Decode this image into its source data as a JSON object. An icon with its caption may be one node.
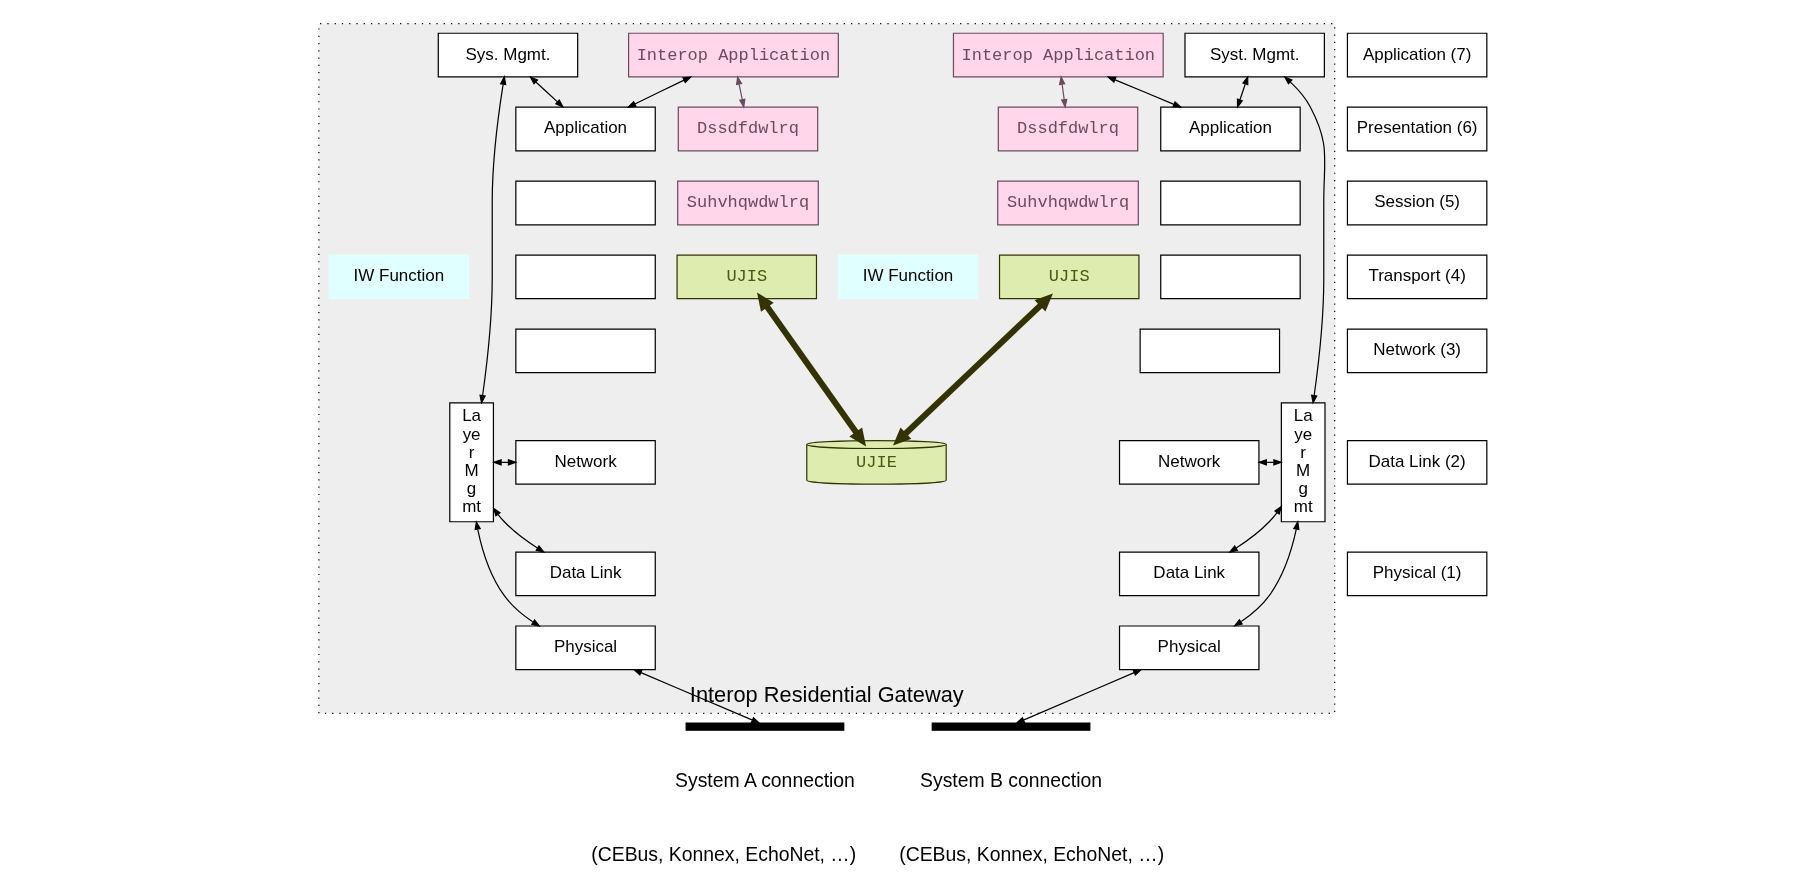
{
  "diagram": {
    "nodes": [
      {
        "text": [
          "Application (7)"
        ]
      },
      {
        "text": [
          "Presentation (6)"
        ]
      },
      {
        "text": [
          "Session (5)"
        ]
      },
      {
        "text": [
          "Transport (4)"
        ]
      },
      {
        "text": [
          "Network (3)"
        ]
      },
      {
        "text": [
          "Data Link (2)"
        ]
      },
      {
        "text": [
          "Physical (1)"
        ]
      },
      {
        "text": [
          "Interop Residential Gateway"
        ]
      },
      {
        "text": [
          "Sys. Mgmt."
        ],
        "in": 7
      },
      {
        "text": [
          "Interop Application"
        ],
        "in": 7
      },
      {
        "text": [
          "Application"
        ],
        "in": 7
      },
      {
        "text": [],
        "shape": "box",
        "in": 7
      },
      {
        "text": [],
        "shape": "box",
        "in": 7
      },
      {
        "text": [],
        "shape": "box",
        "in": 7
      },
      {
        "text": [
          "Network"
        ],
        "in": 7
      },
      {
        "text": [
          "Data Link"
        ],
        "in": 7
      },
      {
        "text": [
          "Physical"
        ],
        "in": 7
      },
      {
        "text": [
          "La ye r M g mt"
        ],
        "in": 7
      },
      {
        "text": [
          "IW Function"
        ],
        "in": 7
      },
      {
        "text": [
          "Dssdfdwlrq"
        ],
        "in": 7
      },
      {
        "text": [
          "Suhvhqwdwlrq"
        ],
        "in": 7
      },
      {
        "text": [
          "UJIS"
        ],
        "in": 7
      },
      {
        "text": [
          "Interop Application"
        ],
        "in": 7
      },
      {
        "text": [
          "Dssdfdwlrq"
        ],
        "in": 7
      },
      {
        "text": [
          "Suhvhqwdwlrq"
        ],
        "in": 7
      },
      {
        "text": [
          "UJIS"
        ],
        "in": 7
      },
      {
        "text": [
          "UJIE"
        ],
        "in": 7
      },
      {
        "text": [
          "Syst. Mgmt."
        ],
        "in": 7
      },
      {
        "text": [
          "Application"
        ],
        "in": 7
      },
      {
        "text": [],
        "shape": "box",
        "in": 7
      },
      {
        "text": [],
        "shape": "box",
        "in": 7
      },
      {
        "text": [],
        "shape": "box",
        "in": 7
      },
      {
        "text": [
          "Network"
        ],
        "in": 7
      },
      {
        "text": [
          "Data Link"
        ],
        "in": 7
      },
      {
        "text": [
          "Physical"
        ],
        "in": 7
      },
      {
        "text": [
          "La ye r M g mt"
        ],
        "in": 7
      },
      {
        "text": [
          "IW Function"
        ],
        "in": 7
      },
      {
        "text": [],
        "shape": "bar"
      },
      {
        "text": [],
        "shape": "bar"
      }
    ],
    "edges": [
      {
        "from": 8,
        "to": 17,
        "arrow": "both"
      },
      {
        "from": 8,
        "to": 10,
        "arrow": "both"
      },
      {
        "from": 9,
        "to": 10,
        "arrow": "both"
      },
      {
        "from": 9,
        "to": 19,
        "arrow": "both",
        "color": "#6e4a60"
      },
      {
        "from": 17,
        "to": 14,
        "arrow": "both"
      },
      {
        "from": 17,
        "to": 15,
        "arrow": "both"
      },
      {
        "from": 17,
        "to": 16,
        "arrow": "both"
      },
      {
        "from": 21,
        "to": 26,
        "arrow": "both",
        "style": "thick",
        "color": "#333300"
      },
      {
        "from": 25,
        "to": 26,
        "arrow": "both",
        "style": "thick",
        "color": "#333300"
      },
      {
        "from": 22,
        "to": 23,
        "arrow": "both",
        "color": "#6e4a60"
      },
      {
        "from": 22,
        "to": 28,
        "arrow": "both"
      },
      {
        "from": 27,
        "to": 28,
        "arrow": "both"
      },
      {
        "from": 27,
        "to": 35,
        "arrow": "both"
      },
      {
        "from": 32,
        "to": 35,
        "arrow": "both"
      },
      {
        "from": 33,
        "to": 35,
        "arrow": "both"
      },
      {
        "from": 34,
        "to": 35,
        "arrow": "both"
      },
      {
        "from": 16,
        "to": 37,
        "arrow": "both"
      },
      {
        "from": 34,
        "to": 38,
        "arrow": "both"
      }
    ],
    "labels": [
      "System A connection",
      "(CEBus, Konnex, EchoNet, …)",
      "System B connection",
      "(CEBus, Konnex, EchoNet, …)"
    ]
  }
}
